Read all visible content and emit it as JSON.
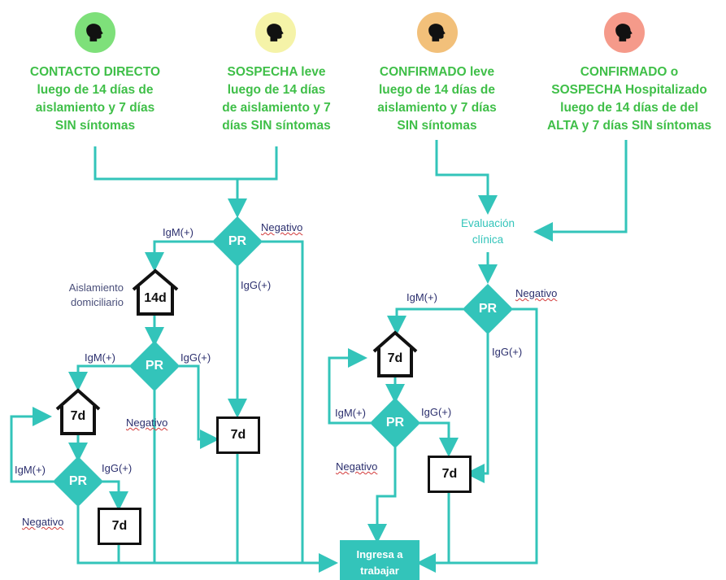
{
  "categories": [
    {
      "icon": "person-head-icon",
      "color": "#7ee07a",
      "text": "CONTACTO DIRECTO\nluego de 14 días de\naislamiento y 7 días\nSIN síntomas"
    },
    {
      "icon": "person-head-icon",
      "color": "#f5f3a8",
      "text": "SOSPECHA leve\nluego de 14 días\nde aislamiento y 7\ndías SIN síntomas"
    },
    {
      "icon": "person-head-icon",
      "color": "#f2c07a",
      "text": "CONFIRMADO leve\nluego de 14 días de\naislamiento y 7 días\nSIN síntomas"
    },
    {
      "icon": "person-head-icon",
      "color": "#f59a8a",
      "text": "CONFIRMADO o\nSOSPECHA Hospitalizado\nluego de 14 días de del\nALTA y 7 días SIN síntomas"
    }
  ],
  "pr": "PR",
  "igm": "IgM(+)",
  "igg": "IgG(+)",
  "negativo": "Negativo",
  "d14": "14d",
  "d7": "7d",
  "aislamiento": "Aislamiento\ndomiciliario",
  "evaluacion": "Evaluación\nclínica",
  "ingresa": "Ingresa a\ntrabajar",
  "colors": {
    "teal": "#33c4ba",
    "green_text": "#3fbf48",
    "label_text": "#2b2f6e"
  }
}
